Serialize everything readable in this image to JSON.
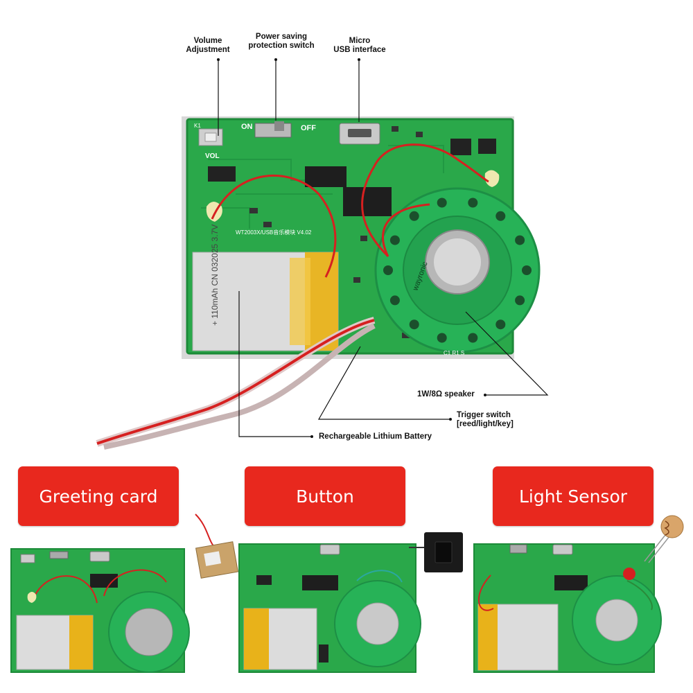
{
  "callouts": {
    "volume": [
      "Volume",
      "Adjustment"
    ],
    "power": [
      "Power saving",
      "protection switch"
    ],
    "usb": [
      "Micro",
      "USB interface"
    ],
    "speaker": "1W/8Ω speaker",
    "trigger": [
      "Trigger switch",
      "[reed/light/key]"
    ],
    "battery": "Rechargeable Lithium Battery"
  },
  "board": {
    "vol_label": "VOL",
    "on_label": "ON",
    "off_label": "OFF",
    "version_label": "WT2003X/USB音乐模块 V4.02",
    "battery_print": "+ 110mAh  CN 032025 3.7V",
    "speaker_brand": "wayronic",
    "k1_label": "K1",
    "c1_label": "C1 R1 S"
  },
  "modes": [
    {
      "label": "Greeting card",
      "trigger": "reed-switch"
    },
    {
      "label": "Button",
      "trigger": "tactile-key"
    },
    {
      "label": "Light Sensor",
      "trigger": "photoresistor"
    }
  ],
  "colors": {
    "pcb": "#2aa84a",
    "pcb_dark": "#1c8a38",
    "battery": "#e8b21a",
    "speaker_ring": "#27b257",
    "wire_red": "#d62020",
    "mode_button": "#e8281e"
  }
}
